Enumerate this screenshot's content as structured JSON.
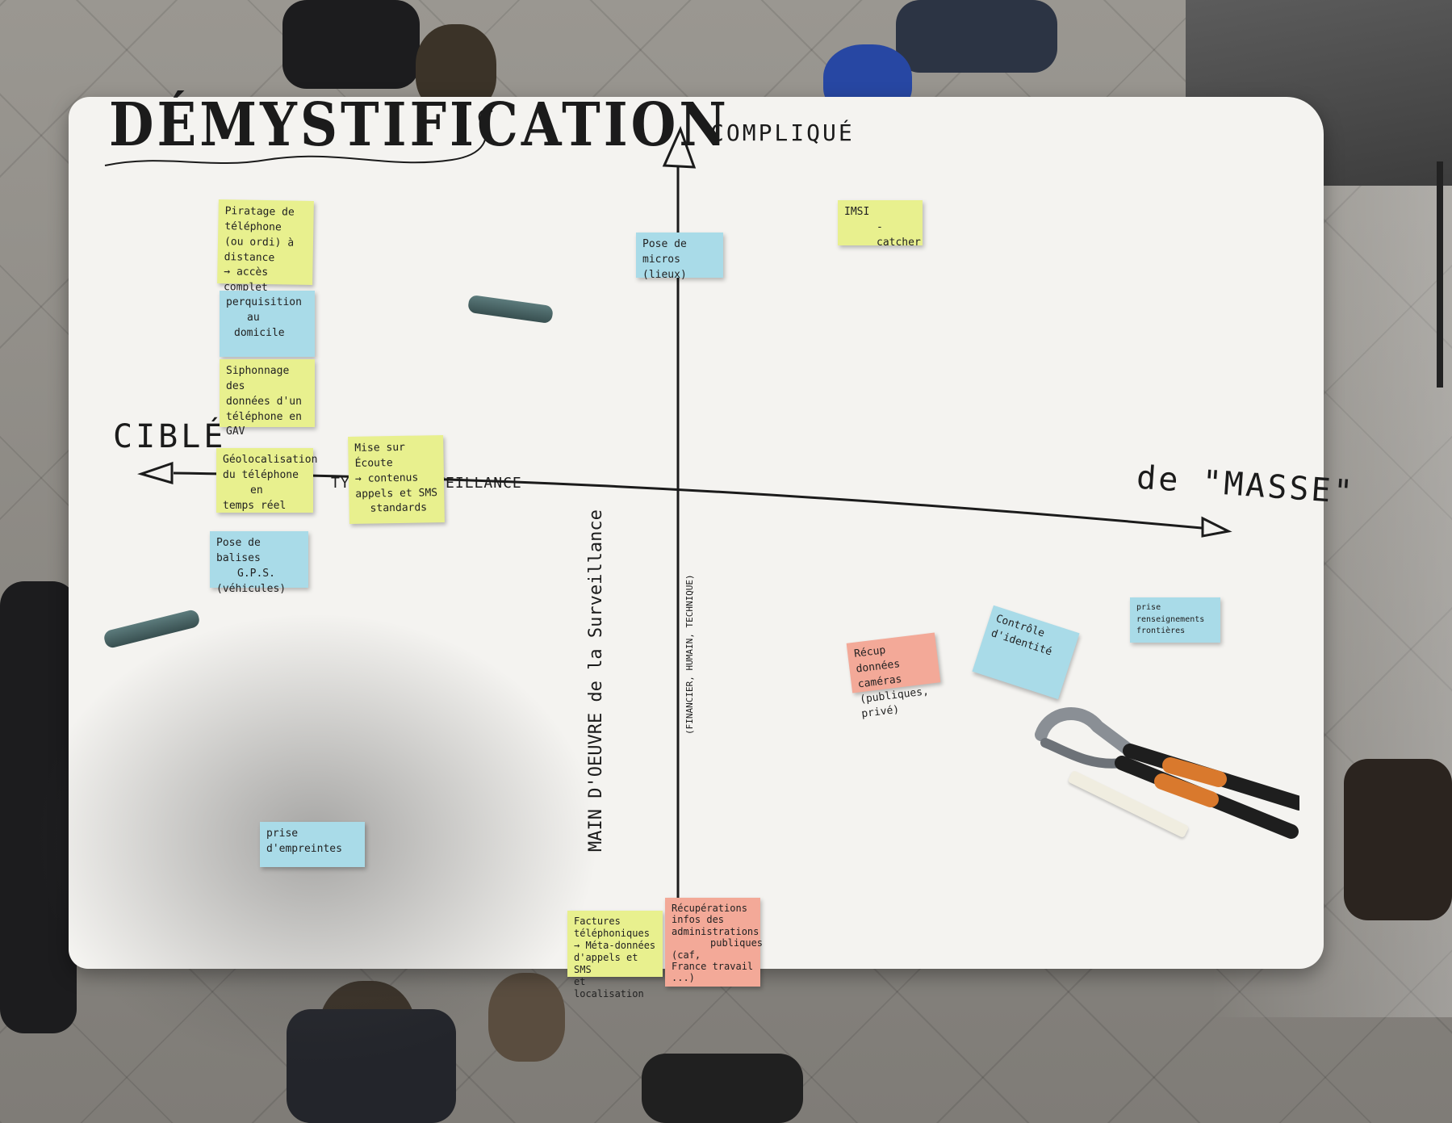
{
  "board": {
    "title": "DÉMYSTIFICATION",
    "axis_top": "COMPLIQUÉ",
    "axis_left": "CIBLÉ",
    "axis_right": "de \"MASSE\"",
    "axis_horizontal_caption": "TYPE DE SURVEILLANCE",
    "axis_vertical_caption": "MAIN D'OEUVRE de la Surveillance",
    "axis_vertical_subcaption": "(FINANCIER, HUMAIN, TECHNIQUE)"
  },
  "notes": [
    {
      "id": "piratage",
      "color": "yellow",
      "lines": [
        "Piratage de",
        "téléphone",
        "(ou ordi) à",
        "distance",
        "→ accès complet"
      ]
    },
    {
      "id": "perquisition",
      "color": "blue",
      "lines": [
        "perquisition",
        "au",
        "domicile"
      ]
    },
    {
      "id": "siphonnage",
      "color": "yellow",
      "lines": [
        "Siphonnage des",
        "données d'un",
        "téléphone en",
        "GAV"
      ]
    },
    {
      "id": "geolocalisation",
      "color": "yellow",
      "lines": [
        "Géolocalisation",
        "du téléphone",
        "en",
        "temps réel"
      ]
    },
    {
      "id": "ecoute",
      "color": "yellow",
      "lines": [
        "Mise sur",
        "Écoute",
        "→ contenus",
        "appels et SMS",
        "standards"
      ]
    },
    {
      "id": "balises",
      "color": "blue",
      "lines": [
        "Pose de balises",
        "G.P.S.",
        "(véhicules)"
      ]
    },
    {
      "id": "micros",
      "color": "blue",
      "lines": [
        "Pose de",
        "micros (lieux)"
      ]
    },
    {
      "id": "imsi",
      "color": "yellow",
      "lines": [
        "IMSI",
        "-catcher"
      ]
    },
    {
      "id": "empreintes",
      "color": "blue",
      "lines": [
        "prise",
        "d'empreintes"
      ]
    },
    {
      "id": "cameras",
      "color": "pink",
      "lines": [
        "Récup données",
        "caméras",
        "(publiques, privé)"
      ]
    },
    {
      "id": "controle",
      "color": "blue",
      "lines": [
        "Contrôle",
        "d'identité"
      ]
    },
    {
      "id": "prise",
      "color": "blue",
      "lines": [
        "prise renseignements",
        "frontières"
      ]
    },
    {
      "id": "factures",
      "color": "yellow",
      "lines": [
        "Factures",
        "téléphoniques",
        "→ Méta-données",
        "d'appels et SMS",
        "et localisation"
      ]
    },
    {
      "id": "recuperations",
      "color": "pink",
      "lines": [
        "Récupérations",
        "infos des",
        "administrations",
        "publiques",
        "(caf,",
        "France travail",
        "...)"
      ]
    }
  ],
  "colors": {
    "yellow": "#e8f08e",
    "blue": "#a9dbe8",
    "pink": "#f3a998",
    "paper": "#f4f3f0",
    "ink": "#1b1b1b"
  },
  "objects": [
    "clothespin",
    "clothespin",
    "pliers",
    "chalk"
  ]
}
